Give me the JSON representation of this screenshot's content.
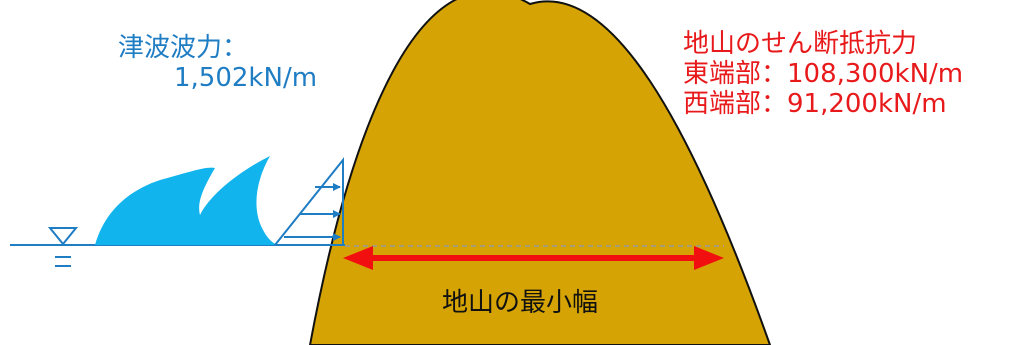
{
  "tsunami": {
    "title": "津波波力：",
    "value": "1,502kN/m"
  },
  "shear_resistance": {
    "title": "地山のせん断抵抗力",
    "east": "東端部：108,300kN/m",
    "west": "西端部：91,200kN/m"
  },
  "minimum_width": {
    "label": "地山の最小幅"
  },
  "colors": {
    "ground": "#d5a404",
    "wave": "#12b4ee",
    "water_line": "#1f7dc4",
    "resistance_text": "#e8191b",
    "arrow": "#f20f0f",
    "dashed_line": "#9a9a9a"
  }
}
